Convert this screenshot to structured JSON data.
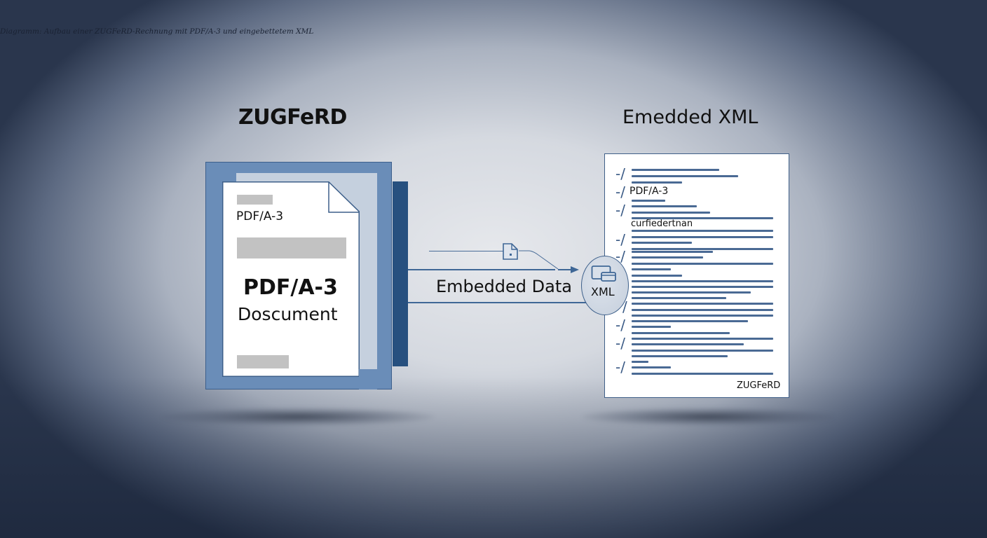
{
  "caption": "Diagramm: Aufbau einer ZUGFeRD-Rechnung mit PDF/A-3 und eingebettetem XML",
  "left": {
    "title": "ZUGFeRD",
    "document": {
      "small_label": "PDF/A-3",
      "main_title": "PDF/A-3",
      "subtitle": "Doscument"
    }
  },
  "connector": {
    "label": "Embedded Data",
    "node_label": "XML",
    "icons": [
      "file-icon",
      "window-stack-icon"
    ]
  },
  "right": {
    "title": "Emedded XML",
    "document": {
      "inline_labels": [
        "PDF/A-3",
        "curfiedertnan"
      ],
      "footer": "ZUGFeRD"
    }
  },
  "colors": {
    "frame_blue": "#6a8db8",
    "dark_blue": "#27507f",
    "line_blue": "#3f6796",
    "panel": "#c5d0de",
    "placeholder_gray": "#c2c2c2"
  }
}
